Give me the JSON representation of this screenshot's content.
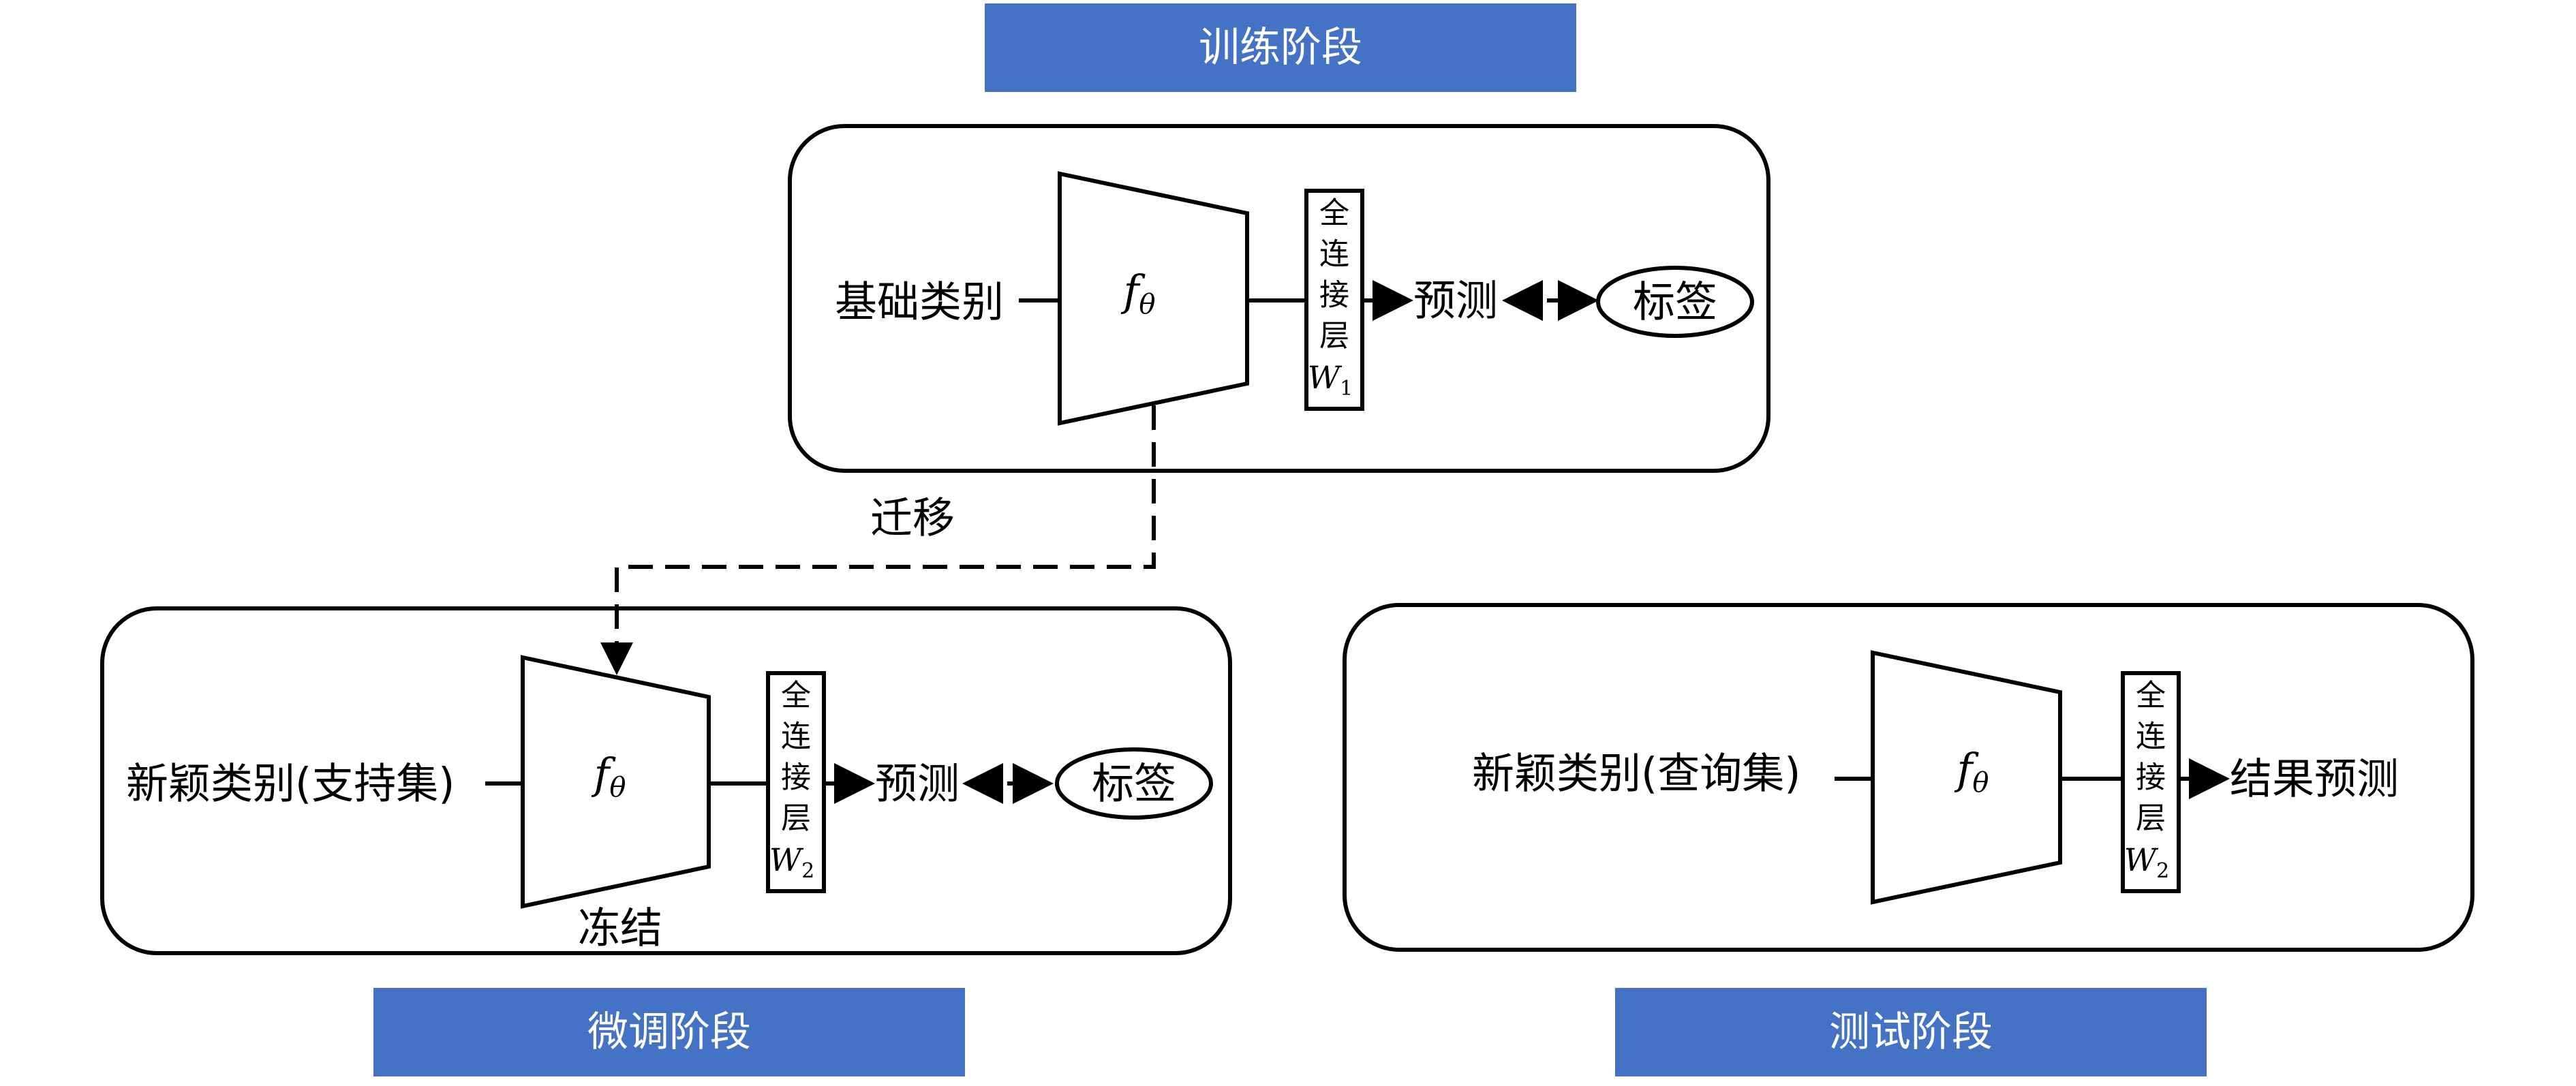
{
  "colors": {
    "banner": "#4472C4",
    "banner_text": "#FFFFFF",
    "line": "#000000"
  },
  "banners": {
    "train": "训练阶段",
    "finetune": "微调阶段",
    "test": "测试阶段"
  },
  "train": {
    "input": "基础类别",
    "encoder": "f",
    "encoder_sub": "θ",
    "fc_chars": [
      "全",
      "连",
      "接",
      "层"
    ],
    "fc_weight": "W",
    "fc_weight_sub": "1",
    "predict": "预测",
    "label": "标签"
  },
  "transfer": "迁移",
  "finetune": {
    "input": "新颖类别(支持集)",
    "encoder": "f",
    "encoder_sub": "θ",
    "fc_chars": [
      "全",
      "连",
      "接",
      "层"
    ],
    "fc_weight": "W",
    "fc_weight_sub": "2",
    "predict": "预测",
    "label": "标签",
    "frozen": "冻结"
  },
  "test": {
    "input": "新颖类别(查询集)",
    "encoder": "f",
    "encoder_sub": "θ",
    "fc_chars": [
      "全",
      "连",
      "接",
      "层"
    ],
    "fc_weight": "W",
    "fc_weight_sub": "2",
    "result": "结果预测"
  }
}
